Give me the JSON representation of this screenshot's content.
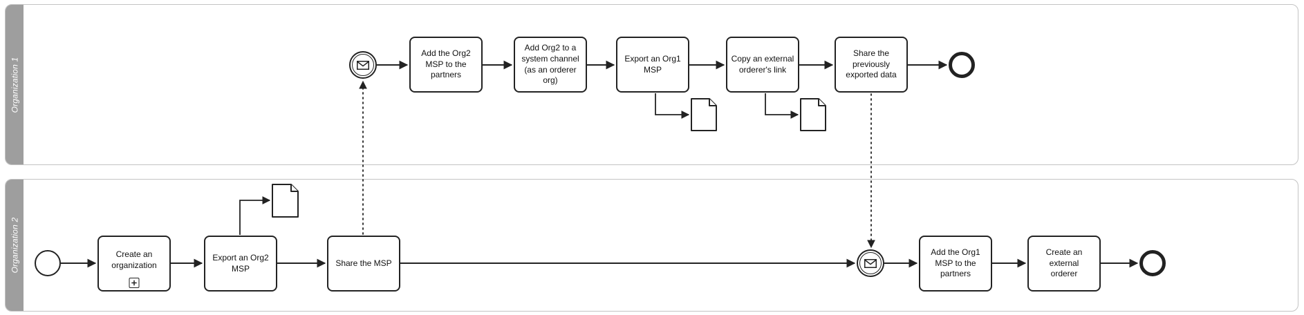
{
  "colors": {
    "shape_stroke": "#222222",
    "lane_fill": "#9e9e9e",
    "lane_text": "#ffffff",
    "pool_border": "#c3c3c3",
    "background": "#ffffff"
  },
  "icons": {
    "message_event": "envelope-icon",
    "subprocess_marker": "plus-icon",
    "data_object": "document-icon",
    "start_event": "thin-circle",
    "end_event": "thick-circle"
  },
  "pools": [
    {
      "name": "Organization 1",
      "tasks": [
        {
          "label": "Add the Org2\nMSP to the\npartners"
        },
        {
          "label": "Add Org2 to a\nsystem channel\n(as an orderer org)"
        },
        {
          "label": "Export an Org1\nMSP"
        },
        {
          "label": "Copy an external\norderer's link"
        },
        {
          "label": "Share the\npreviously\nexported data"
        }
      ]
    },
    {
      "name": "Organization 2",
      "tasks": [
        {
          "label": "Create an\norganization"
        },
        {
          "label": "Export an Org2\nMSP"
        },
        {
          "label": "Share the MSP"
        },
        {
          "label": "Add the Org1\nMSP to the\npartners"
        },
        {
          "label": "Create an external\norderer"
        }
      ]
    }
  ]
}
